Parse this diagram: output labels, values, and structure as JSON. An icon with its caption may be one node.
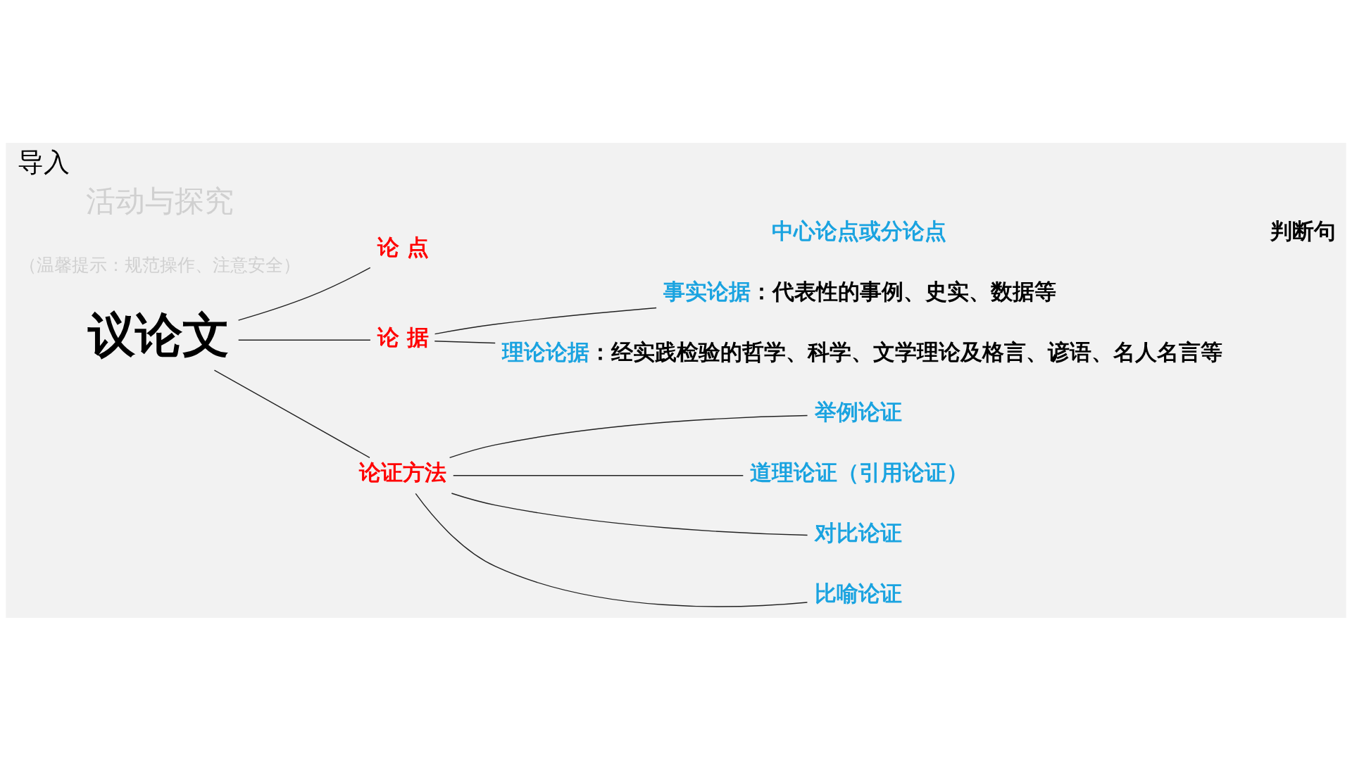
{
  "diagram": {
    "title": "导入",
    "nodes": [
      {
        "text": [
          "议论文"
        ]
      },
      {
        "text": [
          "论 点"
        ]
      },
      {
        "text": [
          "中心论点或分论点"
        ]
      },
      {
        "text": [
          "判断句"
        ]
      },
      {
        "text": [
          "论 据"
        ]
      },
      {
        "text": [
          "事实论据"
        ],
        "beside": [
          "：代表性的事例、史实、数据等"
        ]
      },
      {
        "text": [
          "理论论据"
        ],
        "beside": [
          "：经实践检验的哲学、科学、文学理论及格言、谚语、名人名言等"
        ]
      },
      {
        "text": [
          "论证方法"
        ]
      },
      {
        "text": [
          "举例论证"
        ]
      },
      {
        "text": [
          "道理论证（引用论证）"
        ]
      },
      {
        "text": [
          "对比论证"
        ]
      },
      {
        "text": [
          "比喻论证"
        ]
      }
    ],
    "edges": [
      {
        "from": 0,
        "to": 1,
        "arrow": "none"
      },
      {
        "from": 0,
        "to": 4,
        "arrow": "none"
      },
      {
        "from": 0,
        "to": 7,
        "arrow": "none"
      },
      {
        "from": 4,
        "to": 5,
        "arrow": "none"
      },
      {
        "from": 4,
        "to": 6,
        "arrow": "none"
      },
      {
        "from": 7,
        "to": 8,
        "arrow": "none"
      },
      {
        "from": 7,
        "to": 9,
        "arrow": "none"
      },
      {
        "from": 7,
        "to": 10,
        "arrow": "none"
      },
      {
        "from": 7,
        "to": 11,
        "arrow": "none"
      }
    ],
    "labels": [
      "活动与探究",
      "（温馨提示：规范操作、注意安全）"
    ]
  }
}
